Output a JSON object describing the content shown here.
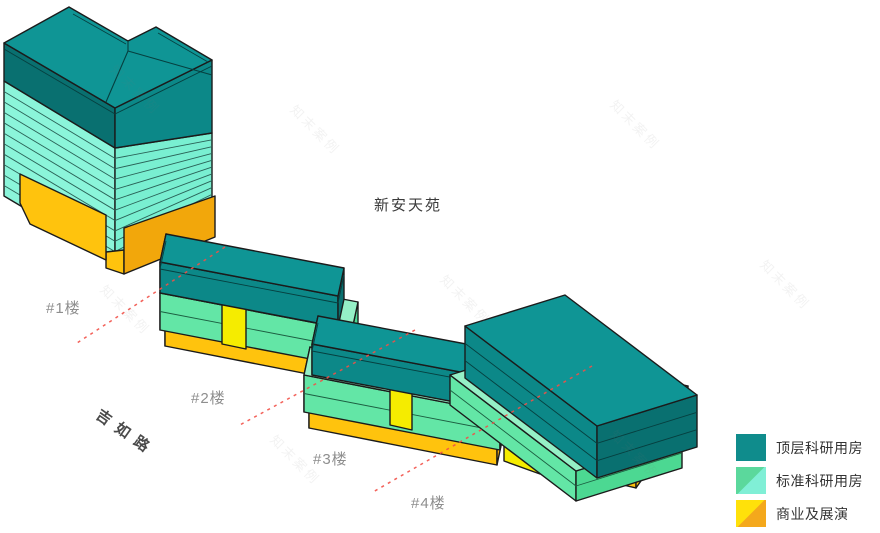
{
  "site": {
    "name": "新安天苑",
    "road": "吉如路"
  },
  "buildings": [
    {
      "label": "#1楼"
    },
    {
      "label": "#2楼"
    },
    {
      "label": "#3楼"
    },
    {
      "label": "#4楼"
    }
  ],
  "legend": [
    {
      "label": "顶层科研用房",
      "swatch": [
        "#0F8C8C"
      ]
    },
    {
      "label": "标准科研用房",
      "swatch": [
        "#5BD89C",
        "#80EFD6"
      ]
    },
    {
      "label": "商业及展演",
      "swatch": [
        "#FFE10A",
        "#F4A81C"
      ]
    }
  ],
  "watermark": "知末案例",
  "palette": {
    "outline": "#1B1B1B",
    "tealTop": "#0F9595",
    "tealLeft": "#097070",
    "tealRight": "#0C8888",
    "tealLine": "#063F3F",
    "mintLeft": "#8BF5DA",
    "mintRight": "#79EFD1",
    "mintLine": "#2A6257",
    "greenTop": "#95F0C6",
    "greenFront": "#63E6A6",
    "greenEnd": "#4CD892",
    "greenLine": "#1C5E41",
    "yellowTop": "#FFD84F",
    "yellowFront": "#FFC30D",
    "yellowSide": "#F2A70B",
    "brightYellow": "#F5EC00",
    "dashedRed": "#F25048",
    "labelGray": "#8E8E8E",
    "textDark": "#3B3B3B"
  }
}
